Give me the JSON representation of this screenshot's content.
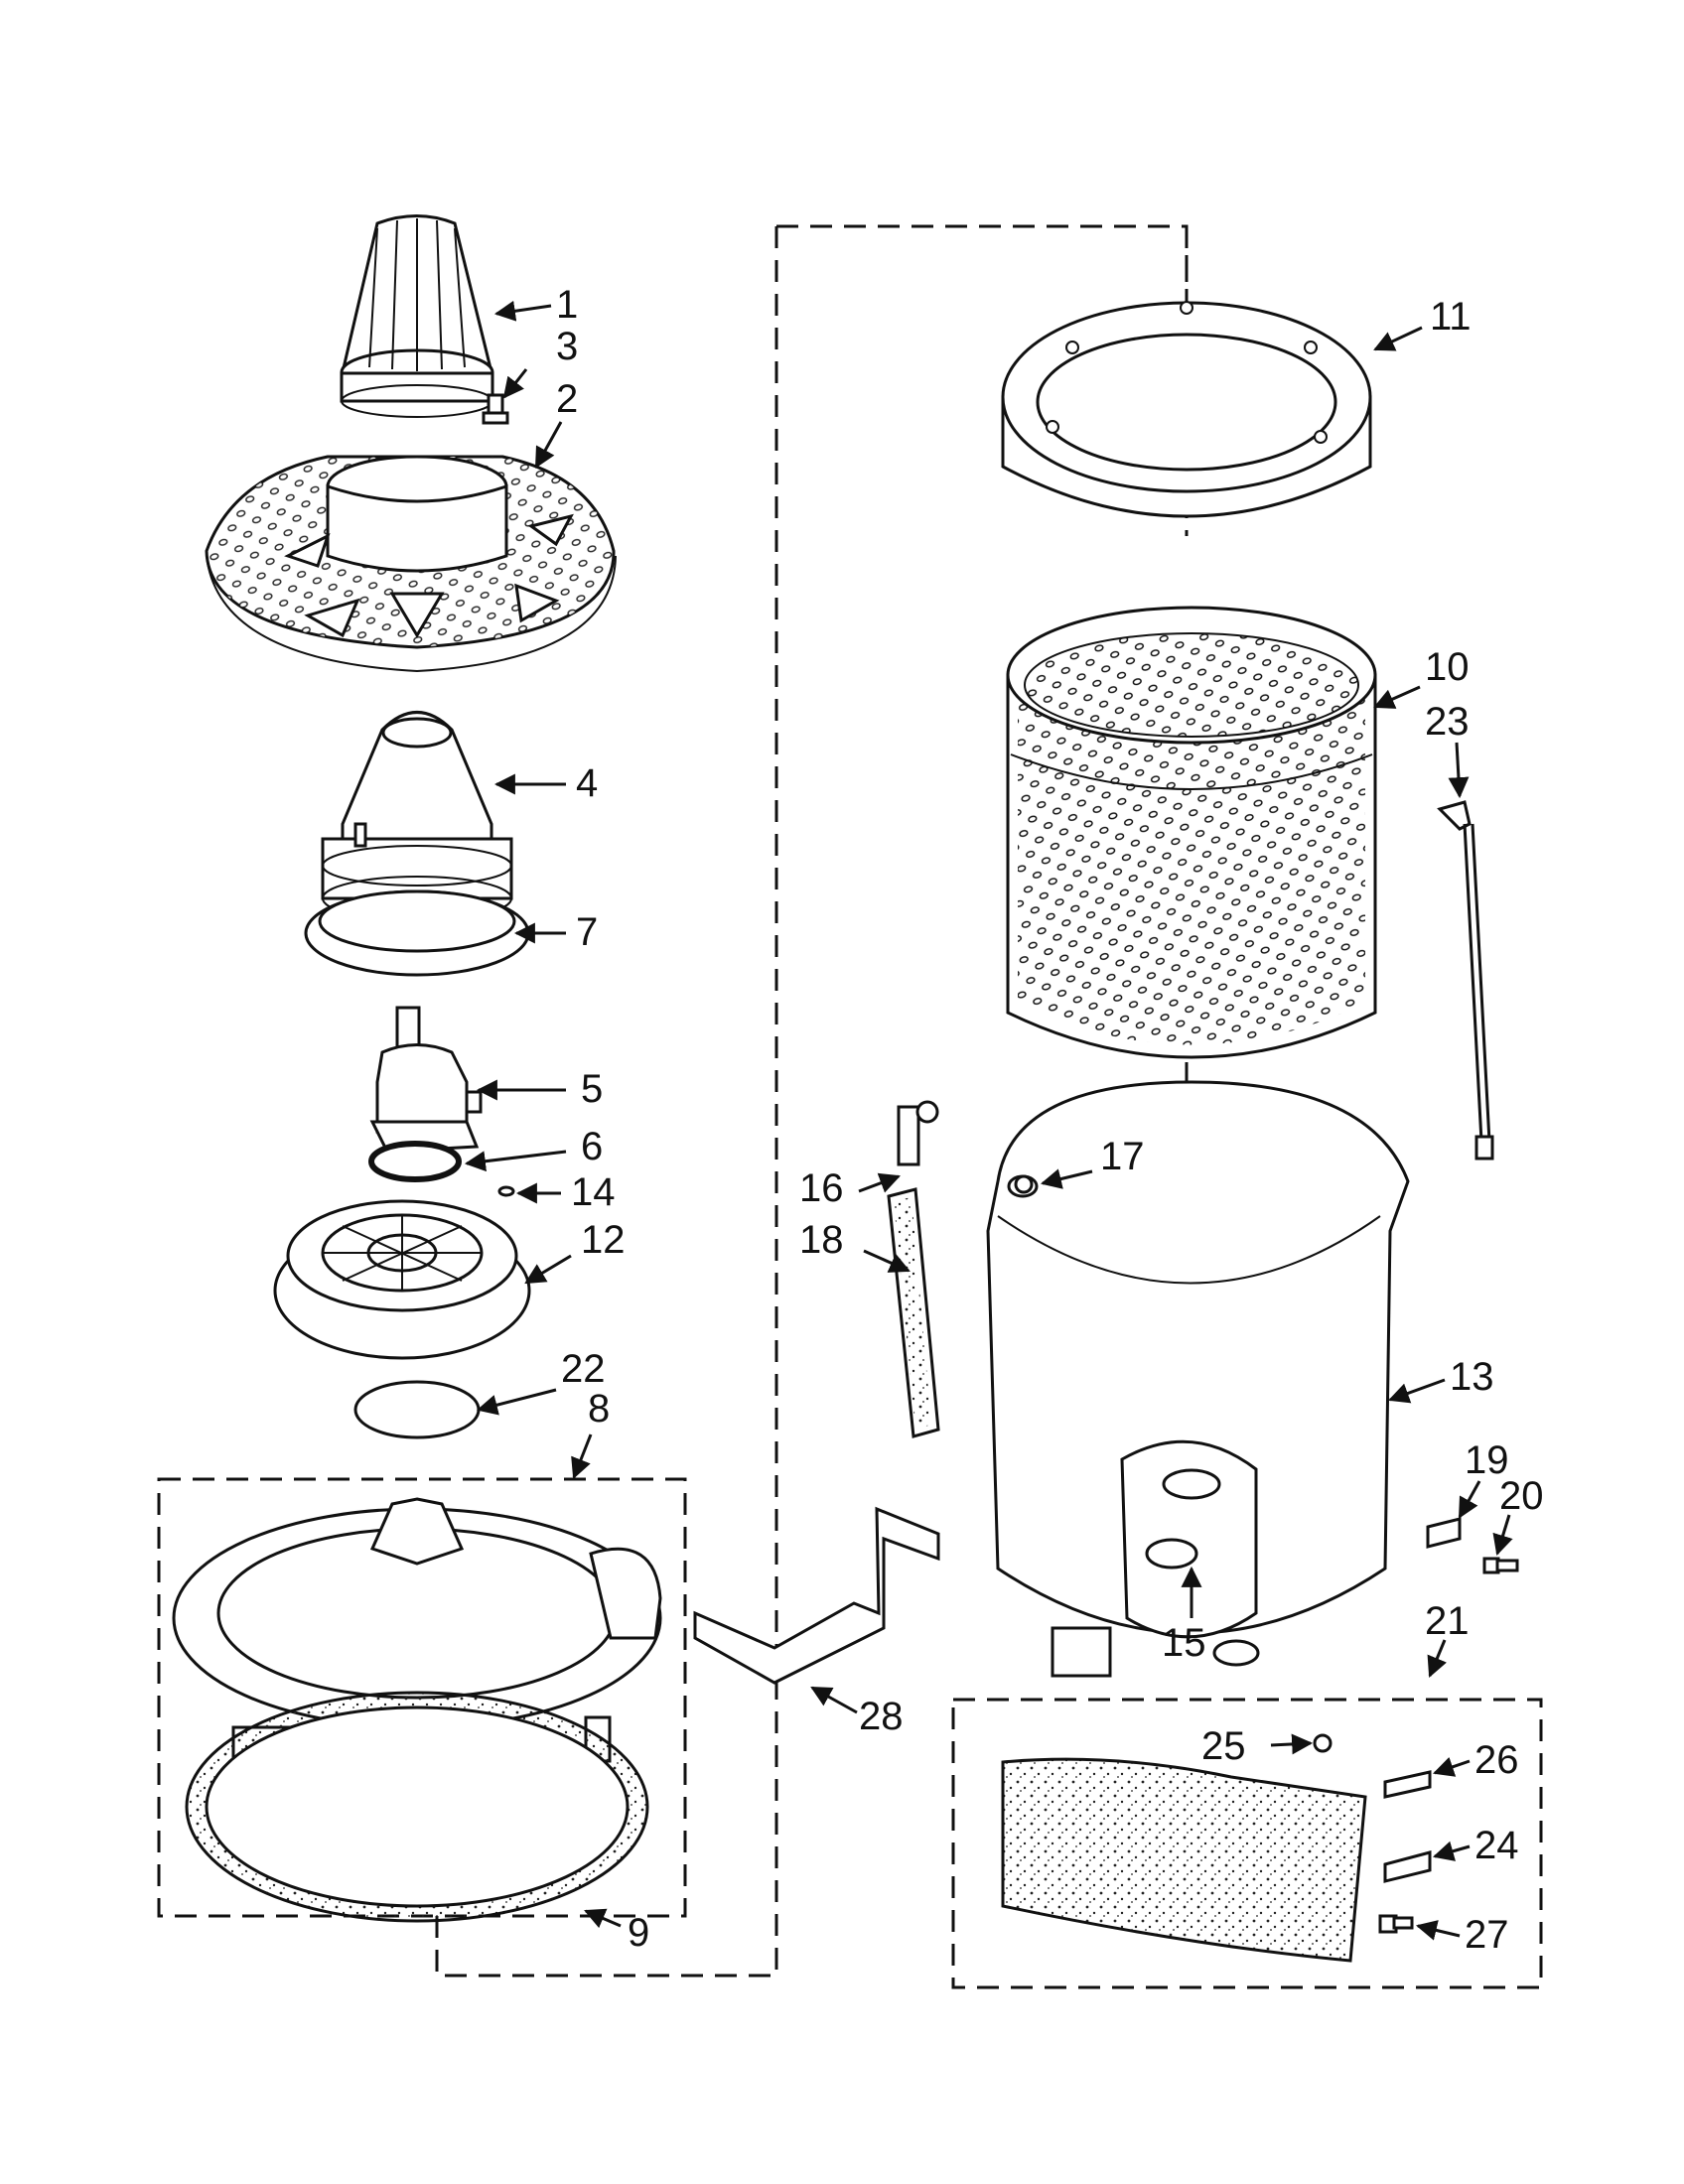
{
  "colors": {
    "ink": "#111111",
    "paper": "#ffffff"
  },
  "labels": {
    "p1": "1",
    "p2": "2",
    "p3": "3",
    "p4": "4",
    "p5": "5",
    "p6": "6",
    "p7": "7",
    "p8": "8",
    "p9": "9",
    "p10": "10",
    "p11": "11",
    "p12": "12",
    "p13": "13",
    "p14": "14",
    "p15": "15",
    "p16": "16",
    "p17": "17",
    "p18": "18",
    "p19": "19",
    "p20": "20",
    "p21": "21",
    "p22": "22",
    "p23": "23",
    "p24": "24",
    "p25": "25",
    "p26": "26",
    "p27": "27",
    "p28": "28"
  }
}
